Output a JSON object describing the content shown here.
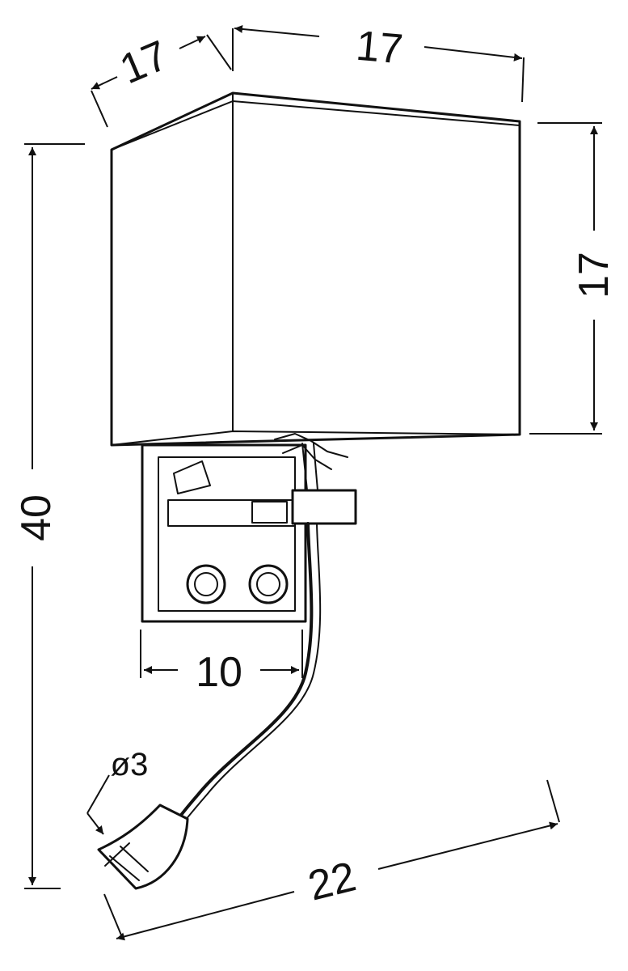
{
  "diagram": {
    "subject": "wall lamp with fabric shade and flexible reading light",
    "colors": {
      "ink": "#111111",
      "paper": "#ffffff",
      "shade_texture": "#6b6b6b"
    },
    "dimensions": {
      "shade_depth": "17",
      "shade_width": "17",
      "shade_height": "17",
      "total_height": "40",
      "backplate_width": "10",
      "reading_light_diameter": "ø3",
      "total_projection": "22"
    }
  }
}
